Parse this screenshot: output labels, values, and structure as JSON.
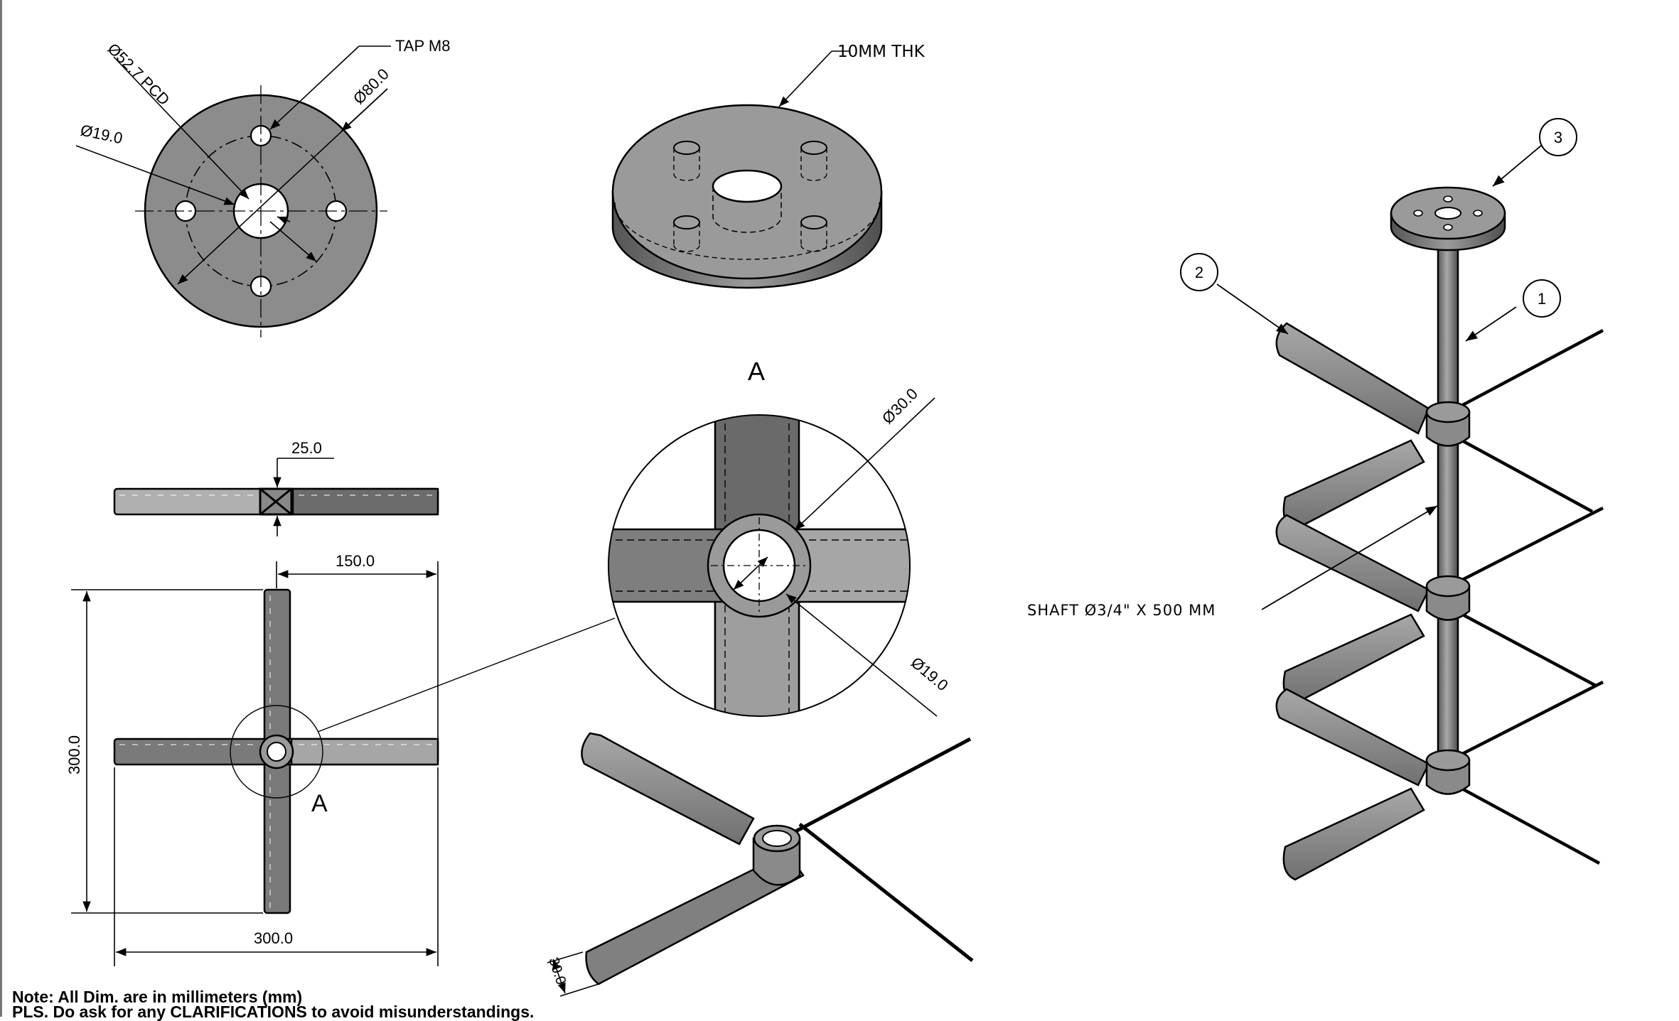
{
  "flange_top": {
    "tap": "TAP M8",
    "pcd": "Ø52.7 PCD",
    "od": "Ø80.0",
    "bore": "Ø19.0"
  },
  "flange_iso": {
    "thickness": "10MM THK"
  },
  "side_view": {
    "hub_width": "25.0"
  },
  "plan_view": {
    "half_span": "150.0",
    "height": "300.0",
    "width": "300.0",
    "detail_ref": "A"
  },
  "detail_a": {
    "title": "A",
    "hub_od": "Ø30.0",
    "bore": "Ø19.0"
  },
  "iso_blade": {
    "blade_width": "30.0"
  },
  "assembly": {
    "balloons": [
      "1",
      "2",
      "3"
    ],
    "shaft_callout": "SHAFT Ø3/4\" X 500 MM"
  },
  "notes": {
    "line1": "Note: All Dim. are in millimeters (mm)",
    "line2": "PLS. Do ask for any CLARIFICATIONS to avoid misunderstandings."
  },
  "colors": {
    "part_fill": "#8c8c8c",
    "part_light": "#b4b4b4",
    "part_dark": "#5e5e5e",
    "line": "#000000"
  }
}
